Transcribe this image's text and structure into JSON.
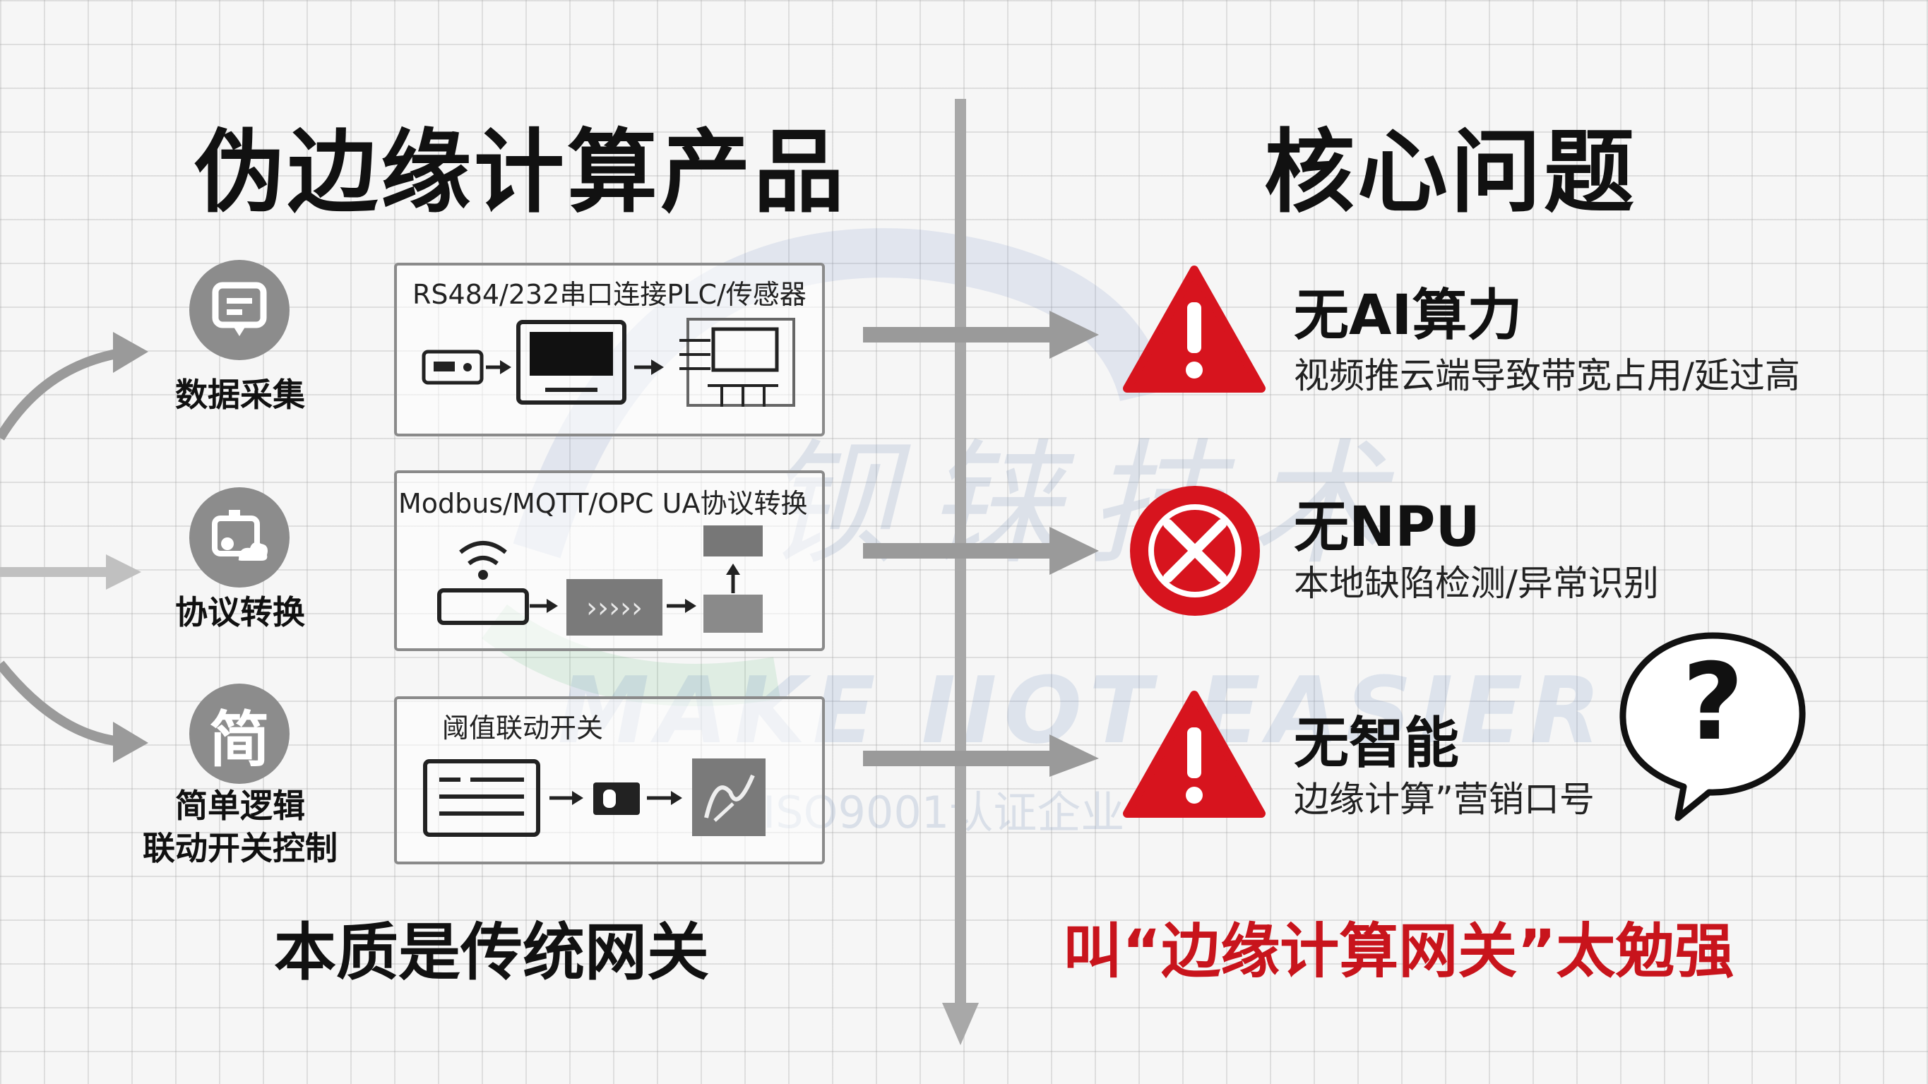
{
  "left": {
    "title": "伪边缘计算产品",
    "features": [
      {
        "icon": "data-collection-icon",
        "label": "数据采集"
      },
      {
        "icon": "protocol-cloud-icon",
        "label": "协议转换"
      },
      {
        "icon_text": "简",
        "label_line1": "简单逻辑",
        "label_line2": "联动开关控制"
      }
    ],
    "boxes": [
      {
        "caption": "RS484/232串口连接PLC/传感器"
      },
      {
        "caption": "Modbus/MQTT/OPC  UA协议转换"
      },
      {
        "caption": "阈值联动开关"
      }
    ],
    "conclusion": "本质是传统网关"
  },
  "right": {
    "title": "核心问题",
    "problems": [
      {
        "icon": "warning-triangle-icon",
        "title": "无AI算力",
        "desc": "视频推云端导致带宽占用/延过高"
      },
      {
        "icon": "no-npu-x-icon",
        "title": "无NPU",
        "desc": "本地缺陷检测/异常识别"
      },
      {
        "icon": "warning-triangle-icon",
        "title": "无智能",
        "desc": "边缘计算”营销口号"
      }
    ],
    "question_mark": "?",
    "conclusion": "叫“边缘计算网关”太勉强"
  },
  "watermark": {
    "cn": "钡铼技术",
    "en": "MAKE IIOT EASIER",
    "iso": "ISO9001认证企业"
  },
  "colors": {
    "accent_red": "#c8141c",
    "warning_red": "#d7141e",
    "icon_gray": "#8c8c8c"
  }
}
